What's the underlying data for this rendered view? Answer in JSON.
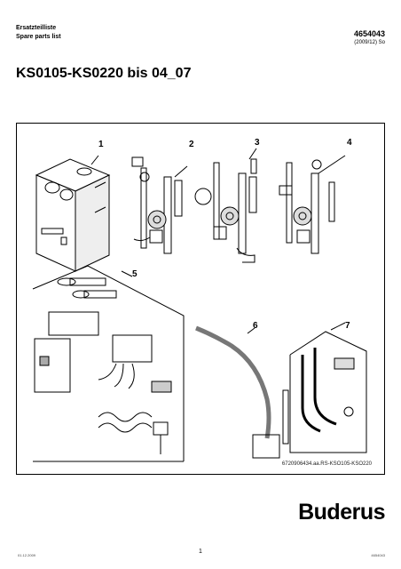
{
  "header": {
    "label_de": "Ersatzteilliste",
    "label_en": "Spare parts list",
    "doc_number": "4654043",
    "doc_date": "(2009/12) So"
  },
  "title": "KS0105-KS0220 bis 04_07",
  "figure": {
    "callouts": [
      "1",
      "2",
      "3",
      "4",
      "5",
      "6",
      "7"
    ],
    "reference": "6720906434.aa.RS-KSO105-KSO220"
  },
  "brand": "Buderus",
  "footer": {
    "left": "01.12.2009",
    "page": "1",
    "right": "4654043"
  }
}
